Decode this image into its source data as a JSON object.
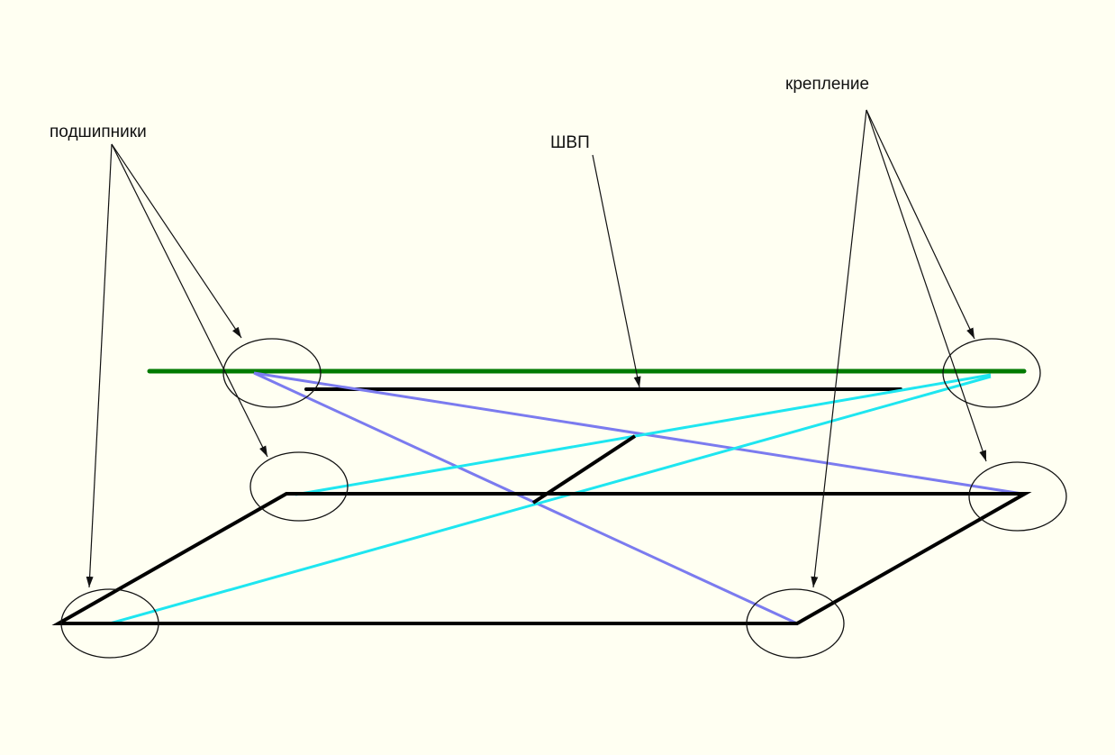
{
  "labels": {
    "bearings": "подшипники",
    "ball_screw": "ШВП",
    "mounting": "крепление"
  },
  "colors": {
    "background": "#fffff2",
    "rail": "#007a00",
    "frame": "#000000",
    "diagonal_blue": "#7b7bef",
    "diagonal_cyan": "#1ee6f0",
    "annotation": "#111111"
  }
}
